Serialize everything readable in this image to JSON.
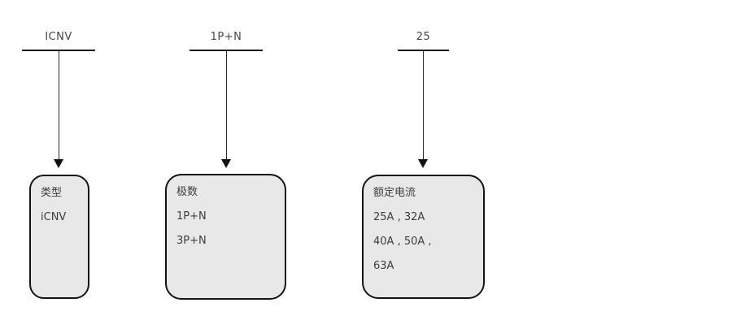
{
  "diagram": {
    "description_colors": {
      "box_fill": "#e8e8e8",
      "box_border": "#141414",
      "line_color": "#2a2a2a",
      "text_color": "#3d3d3d"
    },
    "columns": [
      {
        "code": "ICNV",
        "box": {
          "title": "类型",
          "lines": [
            "iCNV"
          ]
        }
      },
      {
        "code": "1P+N",
        "box": {
          "title": "极数",
          "lines": [
            "1P+N",
            "3P+N"
          ]
        }
      },
      {
        "code": "25",
        "box": {
          "title": "额定电流",
          "lines": [
            "25A , 32A",
            "40A , 50A ,",
            "63A"
          ]
        }
      }
    ]
  }
}
